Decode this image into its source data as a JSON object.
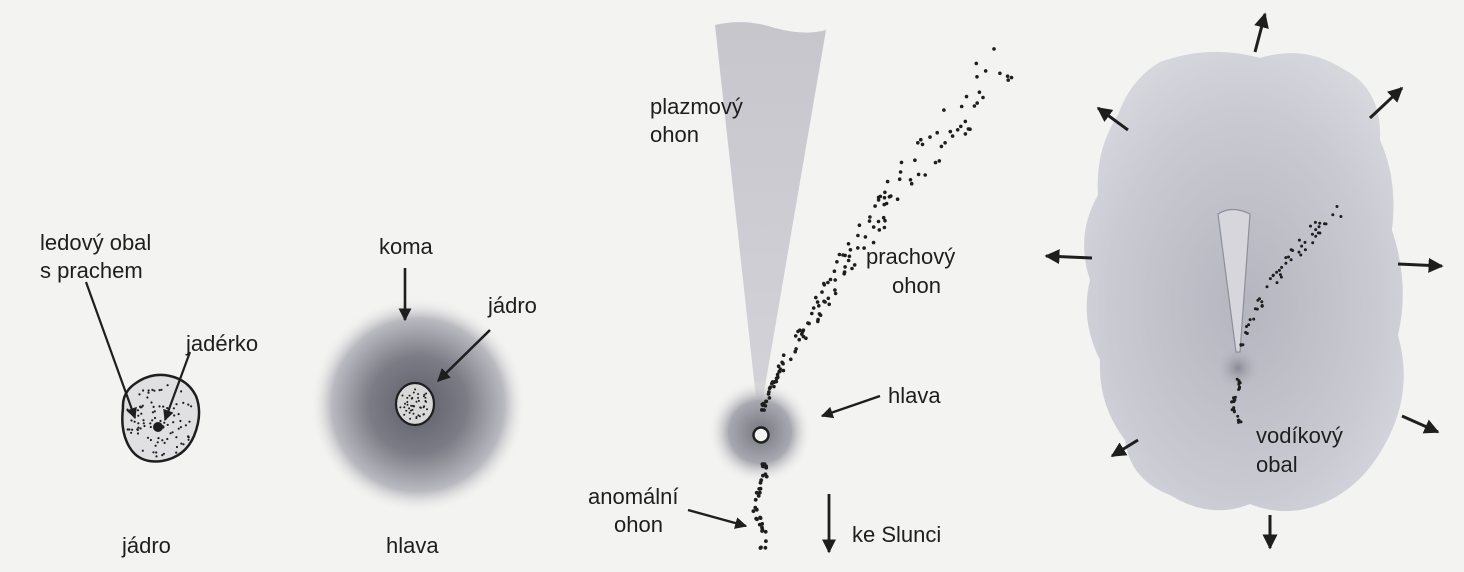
{
  "panels": [
    {
      "caption": "jádro",
      "labels": [
        "ledový obal",
        "s prachem",
        "jadérko"
      ]
    },
    {
      "caption": "hlava",
      "labels": [
        "koma",
        "jádro"
      ]
    },
    {
      "labels": [
        "plazmový",
        "ohon",
        "prachový",
        "ohon",
        "hlava",
        "anomální",
        "ohon",
        "ke Slunci"
      ]
    },
    {
      "labels": [
        "vodíkový",
        "obal"
      ]
    }
  ],
  "colors": {
    "background": "#f3f3f1",
    "ink": "#1e1e1e",
    "coma_dark": "#6e6e78",
    "tail_gray": "#c9c9cf",
    "hydrogen_envelope": "#c6c6d0"
  }
}
